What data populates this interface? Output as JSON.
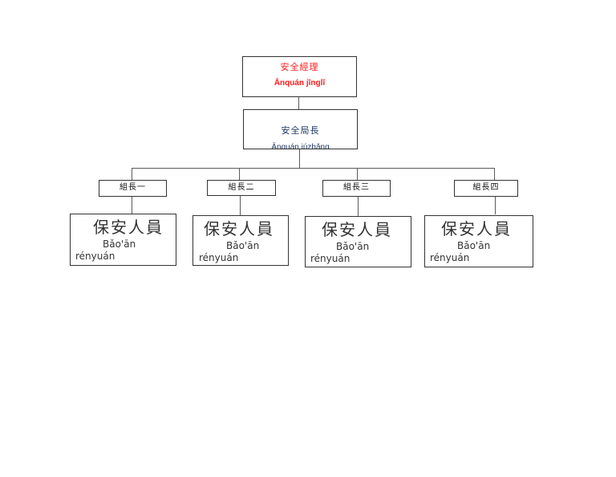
{
  "diagram": {
    "top": {
      "title": "安全經理",
      "pinyin": "Ānquán jīnglǐ",
      "color": "#ff1a1a"
    },
    "middle": {
      "title": "安全局長",
      "pinyin": "Ānquán júzhǎng",
      "color": "#1f3864"
    },
    "sections": [
      {
        "label": "組長一",
        "staff_title": "保安人員",
        "staff_pinyin": "Bǎo'ān rényuán"
      },
      {
        "label": "組長二",
        "staff_title": "保安人員",
        "staff_pinyin": "Bǎo'ān rényuán"
      },
      {
        "label": "組長三",
        "staff_title": "保安人員",
        "staff_pinyin": "Bǎo'ān rényuán"
      },
      {
        "label": "組長四",
        "staff_title": "保安人員",
        "staff_pinyin": "Bǎo'ān rényuán"
      }
    ]
  }
}
